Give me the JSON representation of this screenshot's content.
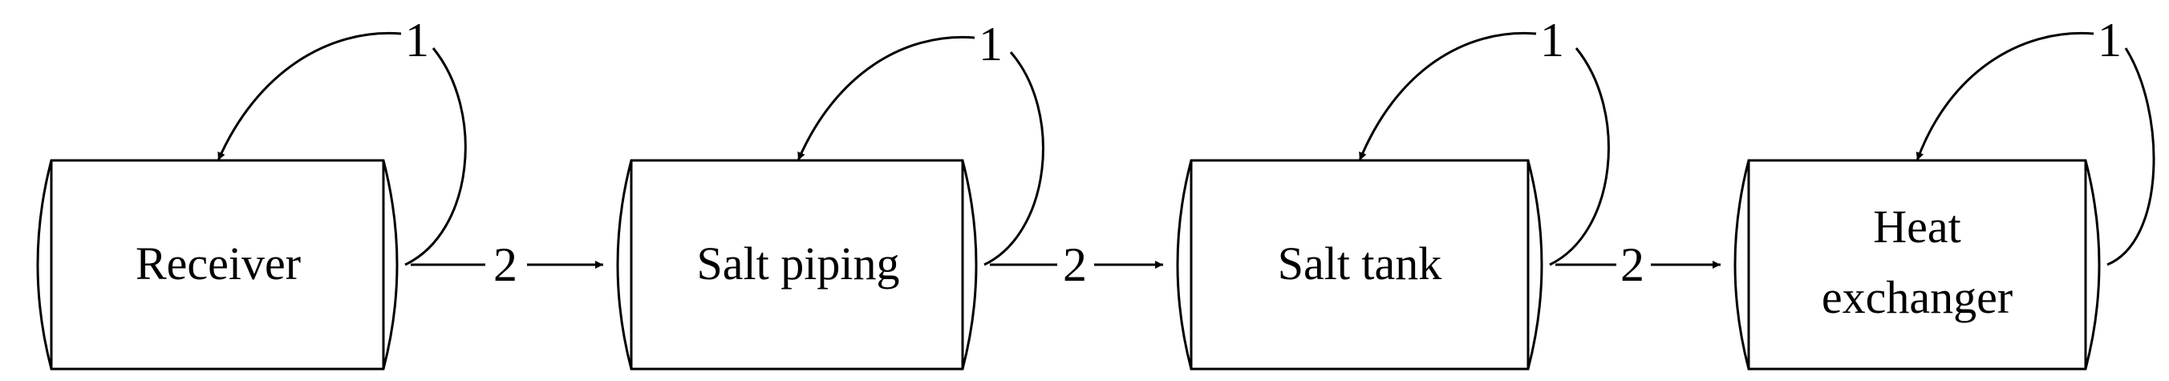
{
  "nodes": [
    {
      "lines": [
        "Receiver"
      ]
    },
    {
      "lines": [
        "Salt piping"
      ]
    },
    {
      "lines": [
        "Salt tank"
      ]
    },
    {
      "lines": [
        "Heat",
        "exchanger"
      ]
    }
  ],
  "self_loop_label": "1",
  "transition_label": "2",
  "colors": {
    "stroke": "#000000",
    "background": "#ffffff"
  }
}
